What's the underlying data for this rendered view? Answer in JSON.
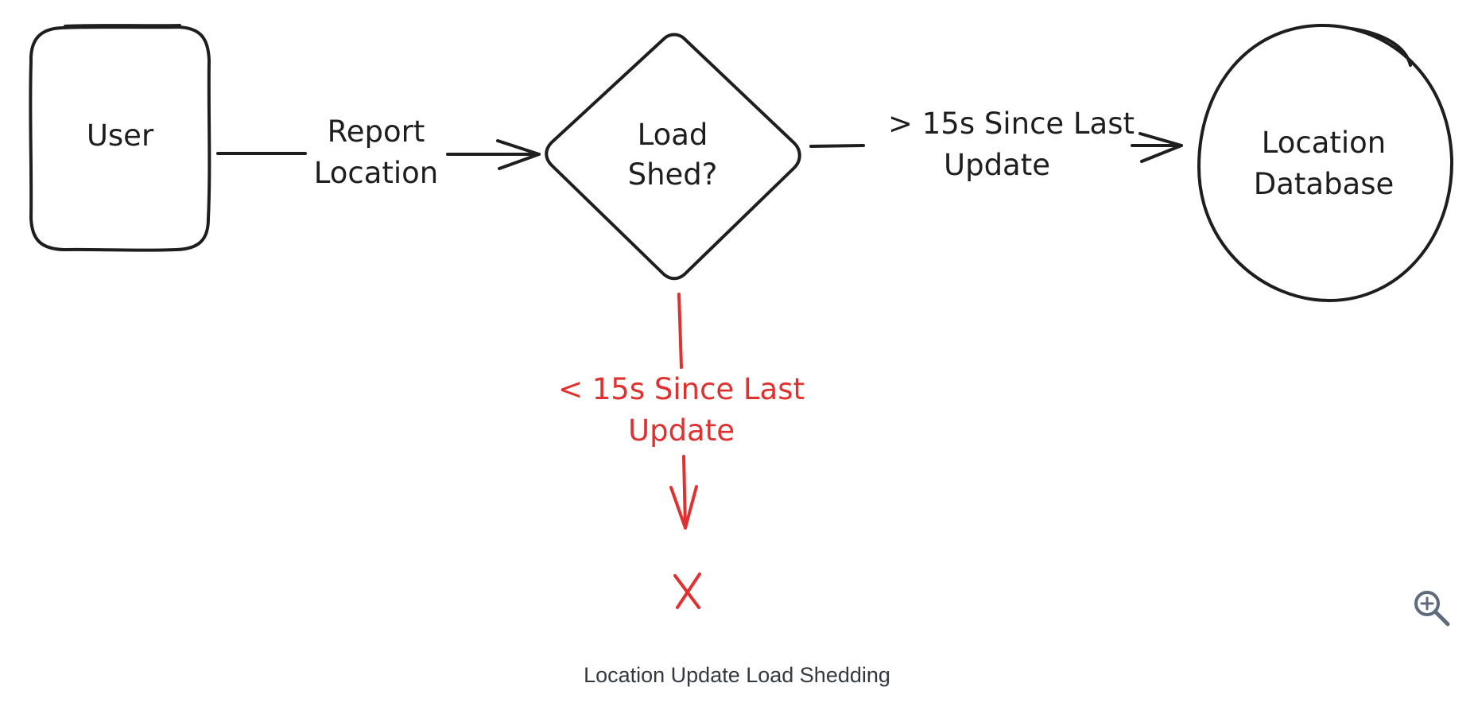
{
  "nodes": {
    "user": {
      "label": "User"
    },
    "load_shed": {
      "label_line1": "Load",
      "label_line2": "Shed?"
    },
    "location_db": {
      "label_line1": "Location",
      "label_line2": "Database"
    }
  },
  "edges": {
    "report_location": {
      "label_line1": "Report",
      "label_line2": "Location"
    },
    "accepted": {
      "label_line1": "> 15s Since Last",
      "label_line2": "Update"
    },
    "rejected": {
      "label_line1": "< 15s Since Last",
      "label_line2": "Update"
    }
  },
  "rejected_marker": "X",
  "caption": "Location Update Load Shedding",
  "colors": {
    "stroke": "#1e1e1e",
    "reject": "#e03131",
    "caption": "#343a40",
    "zoom_icon": "#5f6b7a"
  },
  "icons": {
    "zoom": "zoom-in-icon"
  }
}
